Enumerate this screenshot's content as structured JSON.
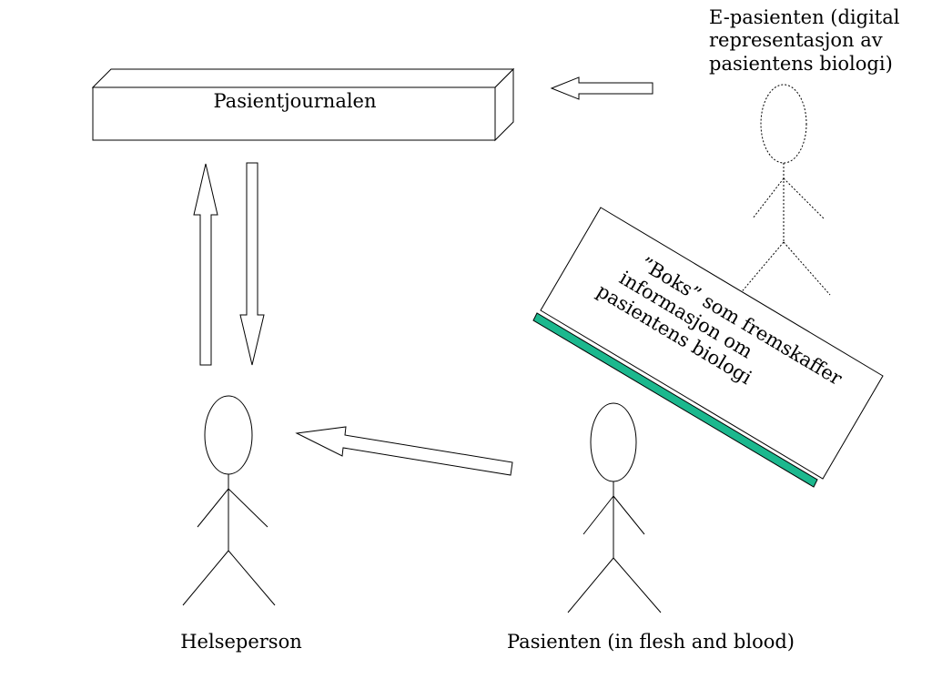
{
  "journal": {
    "label": "Pasientjournalen"
  },
  "e_patient": {
    "label_lines": [
      "E-pasienten (digital",
      "representasjon av",
      "pasientens biologi)"
    ]
  },
  "info_box": {
    "label_lines": [
      "”Boks” som fremskaffer",
      "informasjon om",
      "pasientens biologi"
    ],
    "accent_color": "#1cb88e"
  },
  "health_worker": {
    "label": "Helseperson"
  },
  "patient": {
    "label": "Pasienten (in flesh and blood)"
  }
}
